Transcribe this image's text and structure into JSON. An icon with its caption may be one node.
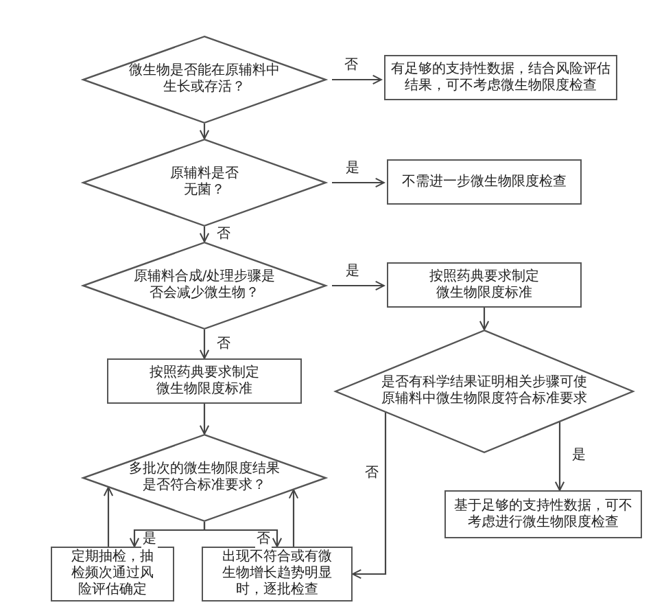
{
  "diagram": {
    "nodes": [
      {
        "text": [
          "微生物是否能在原辅料中生长或存活？"
        ]
      },
      {
        "text": [
          "有足够的支持性数据，结合风险评估结果，可不考虑微生物限度检查"
        ]
      },
      {
        "text": [
          "原辅料是否无菌？"
        ]
      },
      {
        "text": [
          "不需进一步微生物限度检查"
        ]
      },
      {
        "text": [
          "原辅料合成/处理步骤是否会减少微生物？"
        ]
      },
      {
        "text": [
          "按照药典要求制定微生物限度标准"
        ]
      },
      {
        "text": [
          "按照药典要求制定微生物限度标准"
        ]
      },
      {
        "text": [
          "是否有科学结果证明相关步骤可使原辅料中微生物限度符合标准要求"
        ]
      },
      {
        "text": [
          "多批次的微生物限度结果是否符合标准要求？"
        ]
      },
      {
        "text": [
          "基于足够的支持性数据，可不考虑进行微生物限度检查"
        ]
      },
      {
        "text": [
          "定期抽检，抽检频次通过风险评估确定"
        ]
      },
      {
        "text": [
          "出现不符合或有微生物增长趋势明显时，逐批检查"
        ]
      }
    ],
    "edges": [
      {
        "from": 0,
        "to": 1,
        "arrow": "to",
        "label": "否"
      },
      {
        "from": 0,
        "to": 2,
        "arrow": "to"
      },
      {
        "from": 2,
        "to": 3,
        "arrow": "to",
        "label": "是"
      },
      {
        "from": 2,
        "to": 4,
        "arrow": "to",
        "label": "否"
      },
      {
        "from": 4,
        "to": 5,
        "arrow": "to",
        "label": "是"
      },
      {
        "from": 4,
        "to": 6,
        "arrow": "to",
        "label": "否"
      },
      {
        "from": 5,
        "to": 7,
        "arrow": "to"
      },
      {
        "from": 7,
        "to": 9,
        "arrow": "to",
        "label": "是"
      },
      {
        "from": 7,
        "to": 11,
        "arrow": "to",
        "label": "否"
      },
      {
        "from": 6,
        "to": 8,
        "arrow": "to"
      },
      {
        "from": 8,
        "to": 10,
        "arrow": "to",
        "label": "是"
      },
      {
        "from": 8,
        "to": 11,
        "arrow": "to",
        "label": "否"
      },
      {
        "from": 10,
        "to": 8,
        "arrow": "to"
      },
      {
        "from": 11,
        "to": 8,
        "arrow": "to"
      }
    ]
  }
}
